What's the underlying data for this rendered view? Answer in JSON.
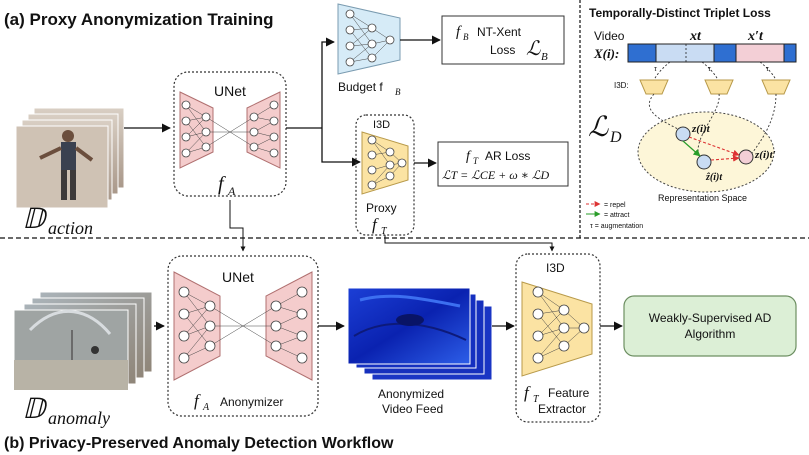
{
  "section_a": {
    "title": "(a) Proxy Anonymization Training",
    "d_action": "𝔻",
    "d_action_sub": "action",
    "unet_label": "UNet",
    "fa_label": "f",
    "fa_sub": "A",
    "budget_label": "Budget f",
    "budget_sub": "B",
    "i3d_label": "I3D",
    "proxy_label": "Proxy",
    "ft_label": "f",
    "ft_sub": "T",
    "budget_loss_line1": "f",
    "budget_loss_line1_sub": "B",
    "budget_loss_line1_text": "NT-Xent",
    "budget_loss_line2": "Loss",
    "budget_loss_symbol": "ℒ",
    "budget_loss_symbol_sub": "B",
    "ar_loss_line1": "f",
    "ar_loss_line1_sub": "T",
    "ar_loss_line1_text": "AR Loss",
    "ar_loss_line2": "ℒT = ℒCE + ω ∗ ℒD"
  },
  "triplet": {
    "title": "Temporally-Distinct Triplet Loss",
    "video_label": "Video",
    "video_symbol": "X(i):",
    "xt_label": "xt",
    "xt_prime_label": "x′t",
    "tau": "τ",
    "i3d_label": "I3D:",
    "ld_symbol": "ℒ",
    "ld_sub": "D",
    "z1": "z(i)t",
    "z2": "ẑ(i)t",
    "z3": "z(i)t′",
    "rep_space": "Representation Space",
    "legend_repel": "= repel",
    "legend_attract": "= attract",
    "legend_tau": "τ = augmentation"
  },
  "section_b": {
    "title": "(b) Privacy-Preserved Anomaly Detection Workflow",
    "d_anomaly": "𝔻",
    "d_anomaly_sub": "anomaly",
    "unet_label": "UNet",
    "fa_label": "f",
    "fa_sub": "A",
    "anonymizer": "Anonymizer",
    "anon_feed_line1": "Anonymized",
    "anon_feed_line2": "Video Feed",
    "i3d_label": "I3D",
    "ft_label": "f",
    "ft_sub": "T",
    "feature_line1": "Feature",
    "feature_line2": "Extractor",
    "wsad_line1": "Weakly-Supervised AD",
    "wsad_line2": "Algorithm"
  },
  "colors": {
    "unet_pink": "#f4cccc",
    "unet_stroke": "#b07070",
    "budget_blue": "#d6ebf7",
    "i3d_yellow": "#fbe3a3",
    "i3d_stroke": "#b89a4a",
    "rep_space_fill": "#fdf6d8",
    "clip_blue": "#2f6fd1",
    "clip_light_blue": "#c9dcf3",
    "clip_pink": "#f3cfd6",
    "wsad_green": "#dcefd6",
    "wsad_stroke": "#6d8f62",
    "repel_red": "#d33",
    "attract_green": "#2a9d2a"
  }
}
